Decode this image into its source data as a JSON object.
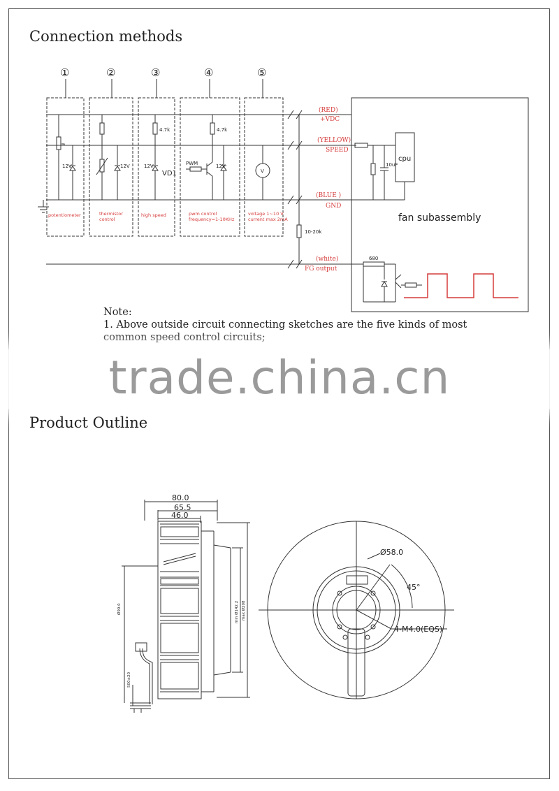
{
  "sections": {
    "connection_title": "Connection methods",
    "outline_title": "Product Outline"
  },
  "circuit": {
    "circle_numbers": [
      "①",
      "②",
      "③",
      "④",
      "⑤"
    ],
    "circuit_labels": [
      "potentiometer",
      "thermistor control",
      "high speed",
      "pwm control frequency=1-10KHz",
      "voltage 1~10 V current max 2mA"
    ],
    "label_thermistor_1": "thermistor",
    "label_thermistor_2": "control",
    "label_pwm_1": "pwm control",
    "label_pwm_2": "frequency=1-10KHz",
    "label_voltage_1": "voltage 1~10  V",
    "label_voltage_2": "current max 2mA",
    "zener": "12V",
    "resistor_47k": "4.7k",
    "vd1": "VD1",
    "pwm": "PWM",
    "voltmeter": "V",
    "wire_red": "(RED)",
    "wire_red_sub": "+VDC",
    "wire_yellow": "(YELLOW)",
    "wire_yellow_sub": "SPEED",
    "wire_blue": "(BLUE )",
    "wire_blue_sub": "GND",
    "wire_white": "(white)",
    "wire_white_sub": "FG output",
    "pullup": "10-20k",
    "fan_box_title": "fan subassembly",
    "cpu": "cpu",
    "cap": "10uF",
    "r680": "680"
  },
  "note": {
    "heading": "Note:",
    "line1": "1. Above outside circuit connecting sketches are the five kinds of most",
    "line2": "common speed control circuits;"
  },
  "watermark": "trade.china.cn",
  "outline": {
    "dim_80": "80.0",
    "dim_655": "65.5",
    "dim_46": "46.0",
    "dim_d99": "Ø99.0",
    "dim_d1422": "min Ø142.2",
    "dim_d208": "max Ø208",
    "dim_500": "500±20",
    "dim_d58": "Ø58.0",
    "dim_45": "45°",
    "dim_m4": "4-M4.0(EQS)"
  }
}
